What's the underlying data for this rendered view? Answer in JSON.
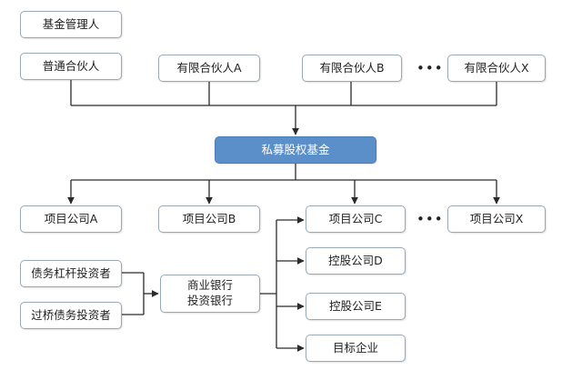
{
  "nodes": {
    "fund_manager": "基金管理人",
    "gp": "普通合伙人",
    "lp_a": "有限合伙人A",
    "lp_b": "有限合伙人B",
    "lp_x": "有限合伙人X",
    "fund": "私募股权基金",
    "proj_a": "项目公司A",
    "proj_b": "项目公司B",
    "proj_c": "项目公司C",
    "proj_x": "项目公司X",
    "debt_leverage": "债务杠杆投资者",
    "bridge_debt": "过桥债务投资者",
    "bank_line1": "商业银行",
    "bank_line2": "投资银行",
    "holding_d": "控股公司D",
    "holding_e": "控股公司E",
    "target": "目标企业"
  },
  "ellipsis": {
    "lp_row": "•••",
    "project_row": "•••"
  },
  "colors": {
    "fund_fill": "#5b8fc9",
    "node_border": "#9aa9b8",
    "line": "#2b2b2b"
  }
}
